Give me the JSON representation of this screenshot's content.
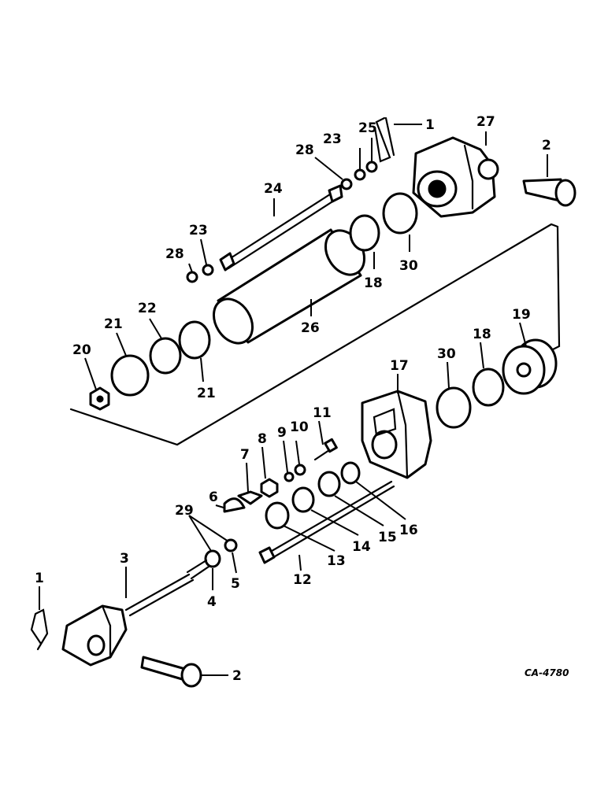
{
  "callouts": {
    "c1_top": "1",
    "c1_bottom": "1",
    "c2_top": "2",
    "c2_bottom": "2",
    "c3": "3",
    "c4": "4",
    "c5": "5",
    "c6": "6",
    "c7": "7",
    "c8": "8",
    "c9": "9",
    "c10": "10",
    "c11": "11",
    "c12": "12",
    "c13": "13",
    "c14": "14",
    "c15": "15",
    "c16": "16",
    "c17": "17",
    "c18_top": "18",
    "c18_bottom": "18",
    "c19": "19",
    "c20": "20",
    "c21_left": "21",
    "c21_right": "21",
    "c22": "22",
    "c23_top": "23",
    "c23_left": "23",
    "c24": "24",
    "c25": "25",
    "c26": "26",
    "c27": "27",
    "c28_top": "28",
    "c28_left": "28",
    "c29": "29",
    "c30_top": "30",
    "c30_bottom": "30"
  },
  "figure_code": "CA-4780"
}
